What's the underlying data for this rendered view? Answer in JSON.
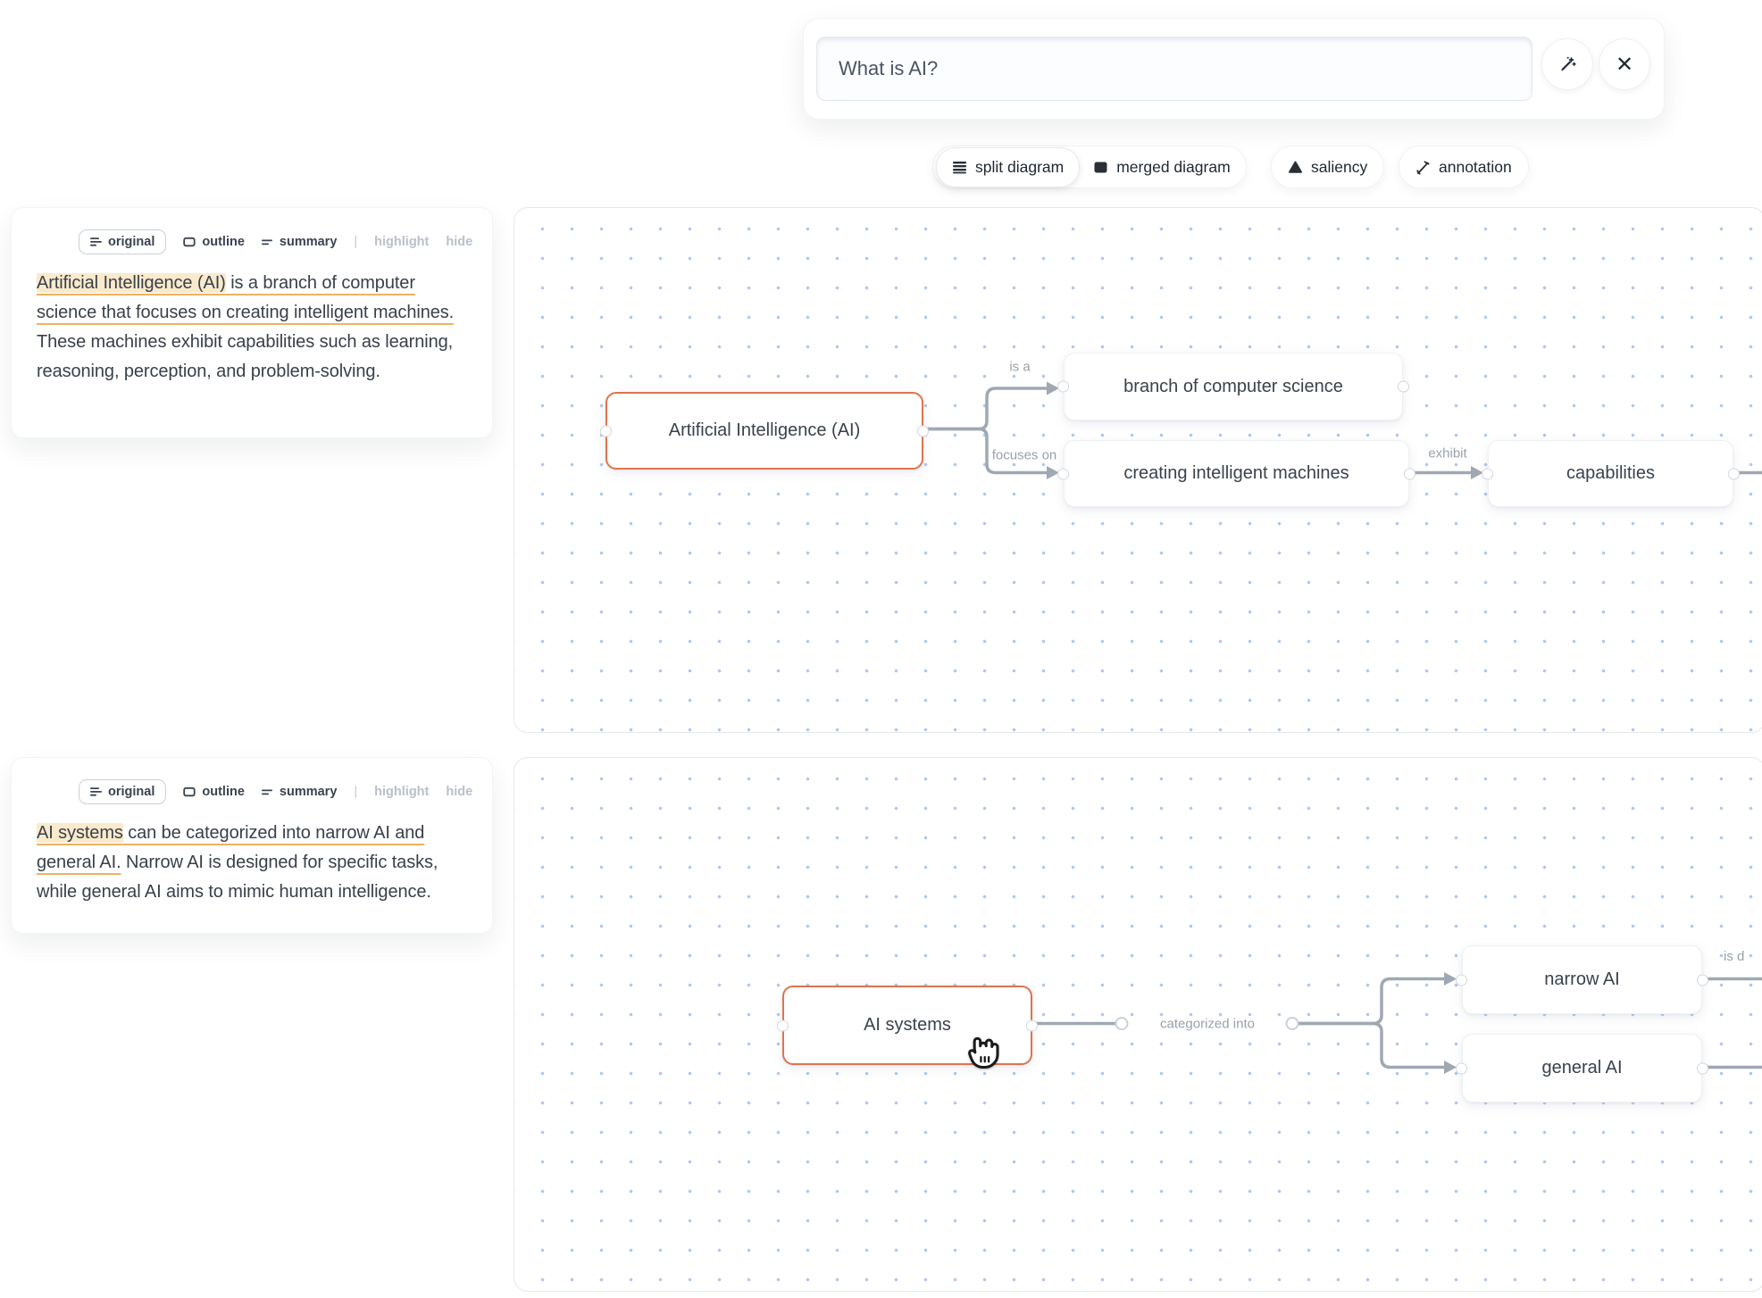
{
  "search": {
    "value": "What is AI?",
    "close_glyph": "✕"
  },
  "toolbar": {
    "chips": [
      {
        "label": "split diagram",
        "icon": "rows-icon",
        "selected": true
      },
      {
        "label": "merged diagram",
        "icon": "filled-square-icon",
        "selected": false
      },
      {
        "label": "saliency",
        "icon": "triangle-icon",
        "selected": false
      },
      {
        "label": "annotation",
        "icon": "pen-slash-icon",
        "selected": false
      }
    ]
  },
  "panels": [
    {
      "tabs": [
        {
          "label": "original",
          "icon": "text-lines-icon",
          "state": "selected"
        },
        {
          "label": "outline",
          "icon": "square-icon",
          "state": "normal"
        },
        {
          "label": "summary",
          "icon": "equals-icon",
          "state": "normal"
        },
        {
          "label": "highlight",
          "icon": "",
          "state": "muted"
        },
        {
          "label": "hide",
          "icon": "",
          "state": "muted"
        }
      ],
      "separator": "|",
      "paragraph": [
        {
          "text": "Artificial Intelligence (AI)",
          "highlight": true,
          "underline": true
        },
        {
          "text": " is a branch of computer science that focuses on creating intelligent machines.",
          "highlight": false,
          "underline": true
        },
        {
          "text": " These machines exhibit capabilities such as learning, reasoning, perception, and problem-solving.",
          "highlight": false,
          "underline": false
        }
      ]
    },
    {
      "tabs": [
        {
          "label": "original",
          "icon": "text-lines-icon",
          "state": "selected"
        },
        {
          "label": "outline",
          "icon": "square-icon",
          "state": "normal"
        },
        {
          "label": "summary",
          "icon": "equals-icon",
          "state": "normal"
        },
        {
          "label": "highlight",
          "icon": "",
          "state": "muted"
        },
        {
          "label": "hide",
          "icon": "",
          "state": "muted"
        }
      ],
      "separator": "|",
      "paragraph": [
        {
          "text": "AI systems",
          "highlight": true,
          "underline": true
        },
        {
          "text": " can be categorized into narrow AI and general AI.",
          "highlight": false,
          "underline": true
        },
        {
          "text": " Narrow AI is designed for specific tasks, while general AI aims to mimic human intelligence.",
          "highlight": false,
          "underline": false
        }
      ]
    }
  ],
  "diagram1": {
    "node_main": "Artificial Intelligence (AI)",
    "node_branch": "branch of computer science",
    "node_creating": "creating intelligent machines",
    "node_capabilities": "capabilities",
    "label_is_a": "is a",
    "label_focuses_on": "focuses on",
    "label_exhibit": "exhibit"
  },
  "diagram2": {
    "node_main": "AI systems",
    "node_narrow": "narrow AI",
    "node_general": "general AI",
    "label_categorized": "categorized into",
    "label_partial": "is d"
  },
  "colors": {
    "accent_orange": "#e0734d",
    "highlight_bg": "#faeacc",
    "underline": "#eeb264",
    "edge_gray": "#a0a8b2",
    "edge_label": "#99a1ab",
    "canvas_dot": "#b0c8f1"
  }
}
